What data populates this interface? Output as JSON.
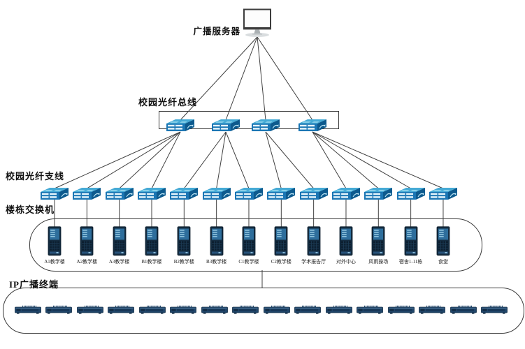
{
  "diagram": {
    "labels": {
      "server": "广播服务器",
      "backbone": "校园光纤总线",
      "branch": "校园光纤支线",
      "building_switch": "楼栋交换机",
      "terminal": "IP广播终端"
    },
    "backbone_switch_count": 4,
    "buildings": [
      "A1教学楼",
      "A2教学楼",
      "A3教学楼",
      "B1教学楼",
      "B2教学楼",
      "B3教学楼",
      "C1教学楼",
      "C2教学楼",
      "学术报告厅",
      "对外中心",
      "风雨操场",
      "宿舍1-11栋",
      "食堂"
    ],
    "terminal_count": 16,
    "topology": {
      "server_to_backbone": [
        0,
        1,
        2,
        3
      ],
      "backbone_to_branch": [
        [
          0,
          1,
          2,
          3
        ],
        [
          4,
          5,
          6
        ],
        [
          7,
          8
        ],
        [
          9,
          10,
          11,
          12
        ]
      ],
      "branch_to_building": "one-to-one",
      "building_group_to_terminal_group": "single-trunk"
    },
    "colors": {
      "line": "#404040",
      "switch_top": "#45aad5",
      "switch_top_streak": "#a6e0f2",
      "switch_front": "#1b76b4",
      "switch_side": "#0d5a8e",
      "switch_port": "#e9f7fd",
      "tower_body": "#142c40",
      "tower_panel": "#2e6e9c",
      "tower_dash": "#9fd2ea",
      "tower_grid": "#0c1f30",
      "terminal_body": "#20456a",
      "terminal_dark": "#122c44",
      "terminal_light": "#7ea6c8"
    }
  }
}
